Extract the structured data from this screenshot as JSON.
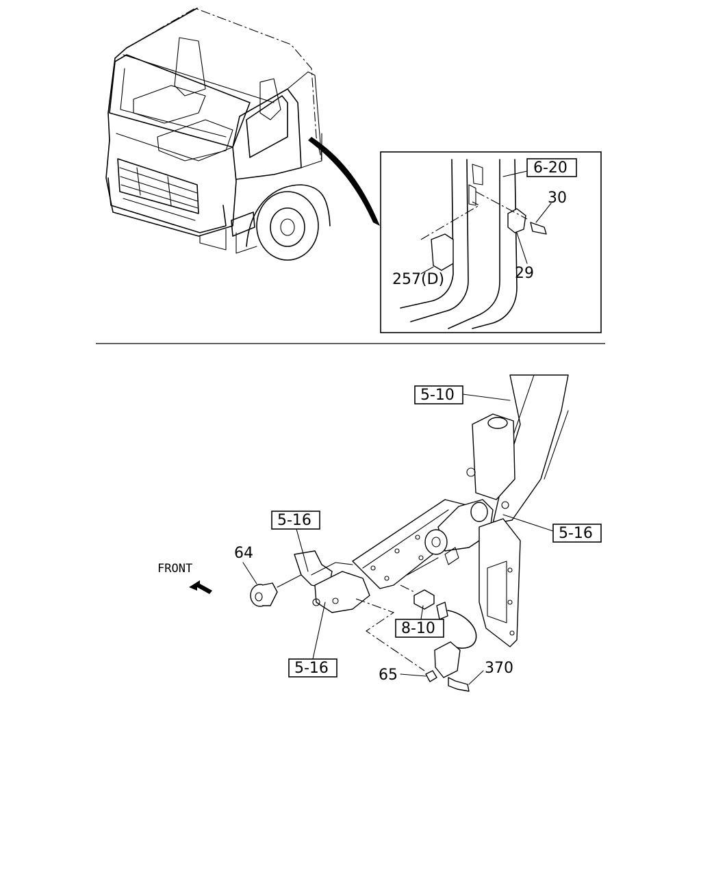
{
  "top_view": {
    "inset_refs": {
      "r620": "6-20"
    },
    "labels": {
      "p30": "30",
      "p29": "29",
      "p257": "257(D)"
    }
  },
  "bottom_view": {
    "refs": {
      "r510": "5-10",
      "r516a": "5-16",
      "r516b": "5-16",
      "r516c": "5-16",
      "r810": "8-10"
    },
    "labels": {
      "p64": "64",
      "p65": "65",
      "p370": "370"
    },
    "front_label": "FRONT"
  }
}
